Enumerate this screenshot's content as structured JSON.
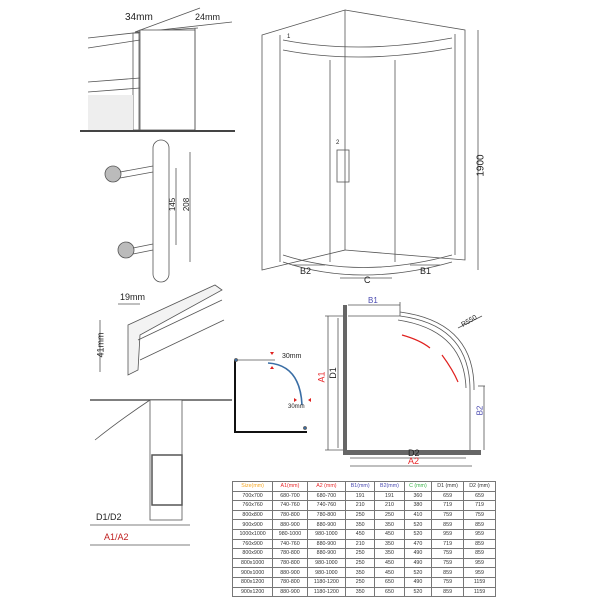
{
  "detail_top": {
    "width_label": "34mm",
    "depth_label": "24mm"
  },
  "handle": {
    "inner_label": "145",
    "outer_label": "208"
  },
  "profile": {
    "width_label": "19mm",
    "height_label": "41mm"
  },
  "base": {
    "d_label": "D1/D2",
    "a_label": "A1/A2"
  },
  "enclosure": {
    "height_label": "1900",
    "callout_1": "1",
    "callout_2": "2",
    "b2_label": "B2",
    "c_label": "C",
    "b1_label": "B1"
  },
  "small_plan": {
    "top_offset": "30mm",
    "side_offset": "30mm"
  },
  "plan": {
    "b1_label": "B1",
    "radius_label": "R550",
    "a1_label": "A1",
    "d1_label": "D1",
    "b2_label": "B2",
    "d2_label": "D2",
    "a2_label": "A2"
  },
  "colors": {
    "size": "#f5a623",
    "a": "#e8292b",
    "b": "#4a4ab0",
    "c": "#3cb44b",
    "d": "#333333",
    "arrow": "#e0201e",
    "curve": "#3a6ea5"
  },
  "table": {
    "headers": [
      "Size(mm)",
      "A1(mm)",
      "A2 (mm)",
      "B1(mm)",
      "B2(mm)",
      "C (mm)",
      "D1 (mm)",
      "D2 (mm)"
    ],
    "rows": [
      [
        "700x700",
        "680-700",
        "680-700",
        "191",
        "191",
        "360",
        "659",
        "659"
      ],
      [
        "760x760",
        "740-760",
        "740-760",
        "210",
        "210",
        "380",
        "719",
        "719"
      ],
      [
        "800x800",
        "780-800",
        "780-800",
        "250",
        "250",
        "410",
        "759",
        "759"
      ],
      [
        "900x900",
        "880-900",
        "880-900",
        "350",
        "350",
        "520",
        "859",
        "859"
      ],
      [
        "1000x1000",
        "980-1000",
        "980-1000",
        "450",
        "450",
        "520",
        "959",
        "959"
      ],
      [
        "760x900",
        "740-760",
        "880-900",
        "210",
        "350",
        "470",
        "719",
        "859"
      ],
      [
        "800x900",
        "780-800",
        "880-900",
        "250",
        "350",
        "490",
        "759",
        "859"
      ],
      [
        "800x1000",
        "780-800",
        "980-1000",
        "250",
        "450",
        "490",
        "759",
        "959"
      ],
      [
        "900x1000",
        "880-900",
        "980-1000",
        "350",
        "450",
        "520",
        "859",
        "959"
      ],
      [
        "800x1200",
        "780-800",
        "1180-1200",
        "250",
        "650",
        "490",
        "759",
        "1159"
      ],
      [
        "900x1200",
        "880-900",
        "1180-1200",
        "350",
        "650",
        "520",
        "859",
        "1159"
      ]
    ]
  }
}
